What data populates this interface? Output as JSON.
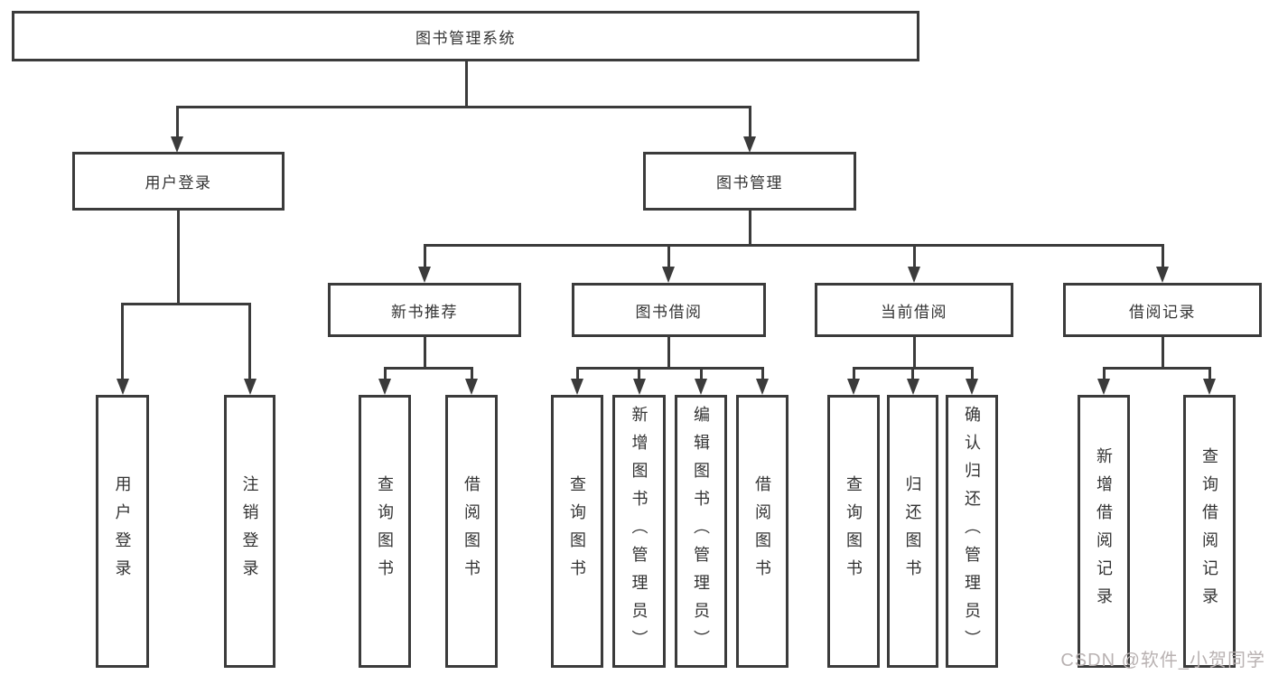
{
  "diagram": {
    "title": "图书管理系统",
    "type": "functional-structure-tree",
    "colors": {
      "line": "#3b3b3b",
      "border": "#3b3b3b",
      "text": "#333333",
      "background": "#ffffff",
      "watermark": "#b9b2b2"
    },
    "watermark": "CSDN @软件_小贺同学"
  },
  "nodes": {
    "root": {
      "label": "图书管理系统"
    },
    "user_login": {
      "label": "用户登录"
    },
    "book_mgmt": {
      "label": "图书管理"
    },
    "new_book_rec": {
      "label": "新书推荐"
    },
    "book_borrow": {
      "label": "图书借阅"
    },
    "current_borrow": {
      "label": "当前借阅"
    },
    "borrow_records": {
      "label": "借阅记录"
    },
    "leaf_user_login": {
      "label": "用户登录"
    },
    "leaf_logout": {
      "label": "注销登录"
    },
    "leaf_query_book_1": {
      "label": "查询图书"
    },
    "leaf_borrow_book_1": {
      "label": "借阅图书"
    },
    "leaf_query_book_2": {
      "label": "查询图书"
    },
    "leaf_add_book": {
      "label": "新增图书（管理员）"
    },
    "leaf_edit_book": {
      "label": "编辑图书（管理员）"
    },
    "leaf_borrow_book_2": {
      "label": "借阅图书"
    },
    "leaf_query_book_3": {
      "label": "查询图书"
    },
    "leaf_return_book": {
      "label": "归还图书"
    },
    "leaf_confirm_return": {
      "label": "确认归还（管理员）"
    },
    "leaf_add_borrow_record": {
      "label": "新增借阅记录"
    },
    "leaf_query_borrow_record": {
      "label": "查询借阅记录"
    }
  },
  "tree": {
    "label": "图书管理系统",
    "children": [
      {
        "label": "用户登录",
        "children": [
          "用户登录",
          "注销登录"
        ]
      },
      {
        "label": "图书管理",
        "children": [
          {
            "label": "新书推荐",
            "children": [
              "查询图书",
              "借阅图书"
            ]
          },
          {
            "label": "图书借阅",
            "children": [
              "查询图书",
              "新增图书（管理员）",
              "编辑图书（管理员）",
              "借阅图书"
            ]
          },
          {
            "label": "当前借阅",
            "children": [
              "查询图书",
              "归还图书",
              "确认归还（管理员）"
            ]
          },
          {
            "label": "借阅记录",
            "children": [
              "新增借阅记录",
              "查询借阅记录"
            ]
          }
        ]
      }
    ]
  }
}
